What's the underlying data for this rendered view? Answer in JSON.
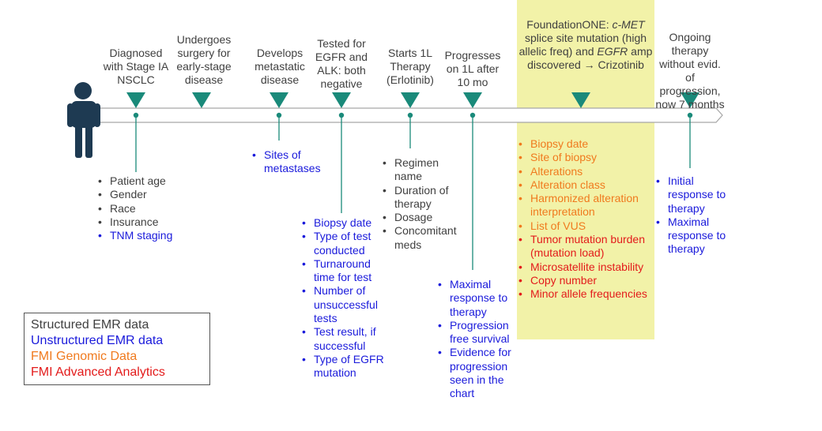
{
  "events": [
    {
      "id": "diagnosed",
      "text": "Diagnosed with Stage IA NSCLC"
    },
    {
      "id": "surgery",
      "text": "Undergoes surgery for early-stage disease"
    },
    {
      "id": "metastatic",
      "text": "Develops metastatic disease"
    },
    {
      "id": "tested",
      "text": "Tested for EGFR and ALK: both negative"
    },
    {
      "id": "starts1l",
      "text": "Starts 1L Therapy (Erlotinib)"
    },
    {
      "id": "progresses",
      "text": "Progresses on 1L after 10 mo"
    },
    {
      "id": "foundation",
      "text_prefix": "FoundationONE: ",
      "text_italic1": "c-MET",
      "text_mid": " splice site mutation (high allelic freq) and ",
      "text_italic2": "EGFR",
      "text_suffix": " amp discovered → Crizotinib"
    },
    {
      "id": "ongoing",
      "text": "Ongoing therapy without evid. of progression, now 7 months"
    }
  ],
  "bullets": {
    "diagnosed": [
      {
        "text": "Patient age",
        "cat": "struct"
      },
      {
        "text": "Gender",
        "cat": "struct"
      },
      {
        "text": "Race",
        "cat": "struct"
      },
      {
        "text": "Insurance",
        "cat": "struct"
      },
      {
        "text": "TNM staging",
        "cat": "unstruct"
      }
    ],
    "metastatic": [
      {
        "text": "Sites of metastases",
        "cat": "unstruct"
      }
    ],
    "tested": [
      {
        "text": "Biopsy date",
        "cat": "unstruct"
      },
      {
        "text": "Type of test conducted",
        "cat": "unstruct"
      },
      {
        "text": "Turnaround time for test",
        "cat": "unstruct"
      },
      {
        "text": "Number of unsuccessful tests",
        "cat": "unstruct"
      },
      {
        "text": "Test result, if successful",
        "cat": "unstruct"
      },
      {
        "text": "Type of EGFR mutation",
        "cat": "unstruct"
      }
    ],
    "starts1l": [
      {
        "text": "Regimen name",
        "cat": "struct"
      },
      {
        "text": "Duration of therapy",
        "cat": "struct"
      },
      {
        "text": "Dosage",
        "cat": "struct"
      },
      {
        "text": "Concomitant meds",
        "cat": "struct"
      }
    ],
    "progresses": [
      {
        "text": "Maximal response to therapy",
        "cat": "unstruct"
      },
      {
        "text": "Progression free survival",
        "cat": "unstruct"
      },
      {
        "text": "Evidence for progression seen in the chart",
        "cat": "unstruct"
      }
    ],
    "foundation": [
      {
        "text": "Biopsy date",
        "cat": "genomic"
      },
      {
        "text": "Site of biopsy",
        "cat": "genomic"
      },
      {
        "text": "Alterations",
        "cat": "genomic"
      },
      {
        "text": "Alteration class",
        "cat": "genomic"
      },
      {
        "text": "Harmonized alteration interpretation",
        "cat": "genomic"
      },
      {
        "text": "List of VUS",
        "cat": "genomic"
      },
      {
        "text": "Tumor mutation burden (mutation load)",
        "cat": "adv"
      },
      {
        "text": "Microsatellite instability",
        "cat": "adv"
      },
      {
        "text": "Copy number",
        "cat": "adv"
      },
      {
        "text": "Minor allele frequencies",
        "cat": "adv"
      }
    ],
    "ongoing": [
      {
        "text": "Initial response to therapy",
        "cat": "unstruct"
      },
      {
        "text": "Maximal response to therapy",
        "cat": "unstruct"
      }
    ]
  },
  "legend": {
    "struct": "Structured EMR data",
    "unstruct": "Unstructured EMR data",
    "genomic": "FMI Genomic Data",
    "adv": "FMI Advanced Analytics"
  },
  "colors": {
    "teal": "#1a8a7a",
    "highlight": "#f2f2a8",
    "struct": "#404040",
    "unstruct": "#1a1adb",
    "genomic": "#f07a1e",
    "adv": "#e31b1b",
    "person": "#1e3a52"
  }
}
